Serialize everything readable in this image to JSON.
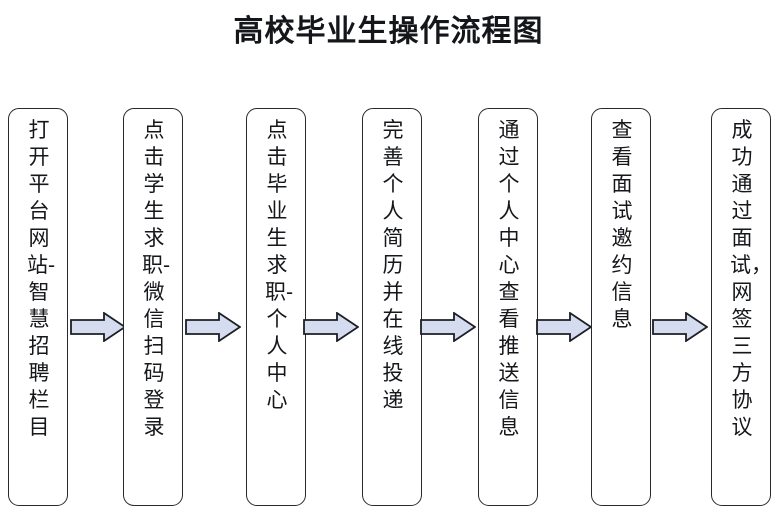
{
  "title": "高校毕业生操作流程图",
  "diagram": {
    "orientation": "left-to-right",
    "node_text_direction": "vertical",
    "colors": {
      "node_border": "#26292e",
      "node_fill": "#ffffff",
      "arrow_fill": "#d6dcef",
      "arrow_stroke": "#1b1e24",
      "text": "#15171b",
      "background": "#ffffff"
    },
    "nodes": [
      {
        "id": "step-1",
        "label": "打开平台网站-智慧招聘栏目"
      },
      {
        "id": "step-2",
        "label": "点击学生求职-微信扫码登录"
      },
      {
        "id": "step-3",
        "label": "点击毕业生求职-个人中心"
      },
      {
        "id": "step-4",
        "label": "完善个人简历并在线投递"
      },
      {
        "id": "step-5",
        "label": "通过个人中心查看推送信息"
      },
      {
        "id": "step-6",
        "label": "查看面试邀约信息"
      },
      {
        "id": "step-7",
        "label": "成功通过面试，网签三方协议"
      }
    ],
    "connectors": [
      {
        "id": "arrow-1",
        "from": "step-1",
        "to": "step-2",
        "glyph": "right-arrow"
      },
      {
        "id": "arrow-2",
        "from": "step-2",
        "to": "step-3",
        "glyph": "right-arrow"
      },
      {
        "id": "arrow-3",
        "from": "step-3",
        "to": "step-4",
        "glyph": "right-arrow"
      },
      {
        "id": "arrow-4",
        "from": "step-4",
        "to": "step-5",
        "glyph": "right-arrow"
      },
      {
        "id": "arrow-5",
        "from": "step-5",
        "to": "step-6",
        "glyph": "right-arrow"
      },
      {
        "id": "arrow-6",
        "from": "step-6",
        "to": "step-7",
        "glyph": "right-arrow"
      }
    ]
  }
}
